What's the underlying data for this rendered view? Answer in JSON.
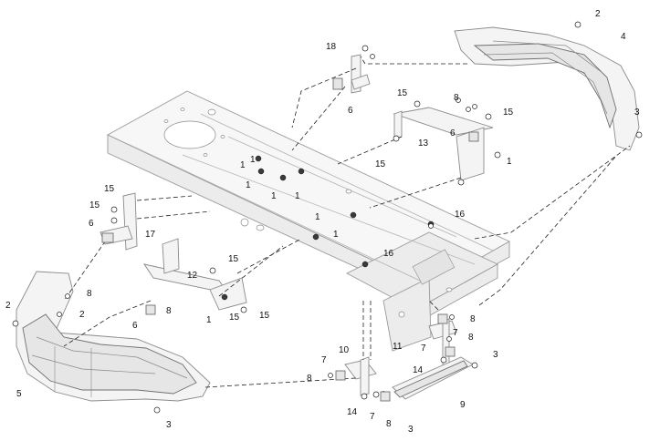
{
  "diagram": {
    "callouts": [
      "1",
      "1",
      "1",
      "1",
      "1",
      "1",
      "1",
      "1",
      "1",
      "2",
      "2",
      "2",
      "3",
      "3",
      "3",
      "3",
      "4",
      "5",
      "6",
      "6",
      "6",
      "6",
      "7",
      "7",
      "7",
      "7",
      "8",
      "8",
      "8",
      "8",
      "8",
      "8",
      "8",
      "9",
      "10",
      "11",
      "12",
      "13",
      "14",
      "14",
      "15",
      "15",
      "15",
      "15",
      "15",
      "15",
      "15",
      "15",
      "16",
      "16",
      "17",
      "18"
    ]
  }
}
